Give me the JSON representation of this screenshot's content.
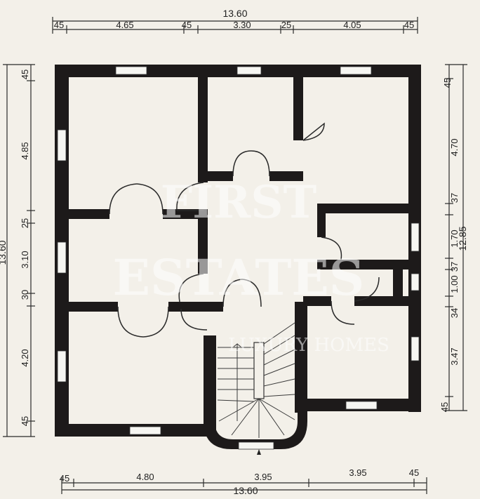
{
  "top_dims": {
    "total": "13.60",
    "segments": [
      "45",
      "4.65",
      "45",
      "3.30",
      "25",
      "4.05",
      "45"
    ]
  },
  "bottom_dims": {
    "total": "13.60",
    "segments": [
      "45",
      "4.80",
      "3.95",
      "3.95",
      "45"
    ]
  },
  "left_dims": {
    "total": "13.60",
    "segments": [
      "45",
      "4.85",
      "25",
      "3.10",
      "30",
      "4.20",
      "45"
    ]
  },
  "right_dims": {
    "total": "12.85",
    "segments": [
      "45",
      "4.70",
      "37",
      "1.70",
      "37",
      "1.00",
      "34",
      "3.47",
      "45"
    ]
  },
  "watermark": {
    "line1": "FIRST",
    "line2": "ESTATES",
    "line3": "LUXURY HOMES"
  }
}
